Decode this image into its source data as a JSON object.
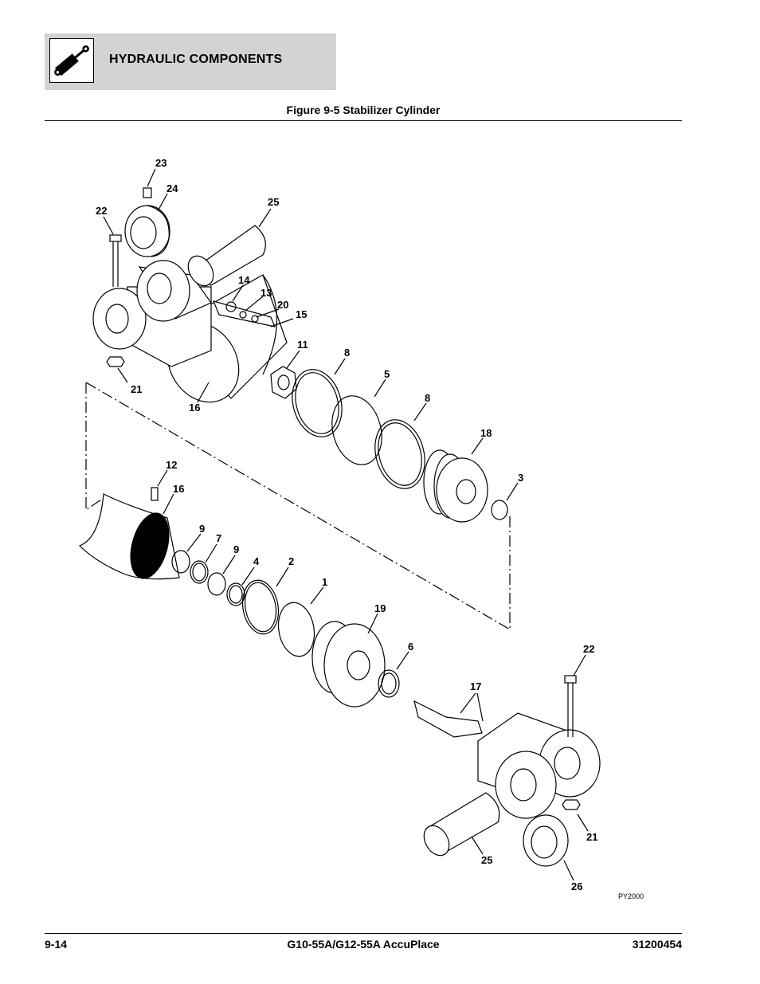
{
  "header": {
    "section_title": "HYDRAULIC COMPONENTS",
    "icon": "hydraulic-cylinder-icon"
  },
  "figure": {
    "caption": "Figure 9-5 Stabilizer Cylinder",
    "reference_code": "PY2000",
    "callouts": [
      "23",
      "24",
      "22",
      "25",
      "14",
      "13",
      "20",
      "15",
      "11",
      "8",
      "5",
      "8",
      "18",
      "3",
      "21",
      "16",
      "12",
      "16",
      "9",
      "7",
      "9",
      "4",
      "2",
      "1",
      "19",
      "6",
      "17",
      "22",
      "21",
      "25",
      "26"
    ]
  },
  "footer": {
    "page_number": "9-14",
    "model": "G10-55A/G12-55A AccuPlace",
    "doc_number": "31200454"
  }
}
